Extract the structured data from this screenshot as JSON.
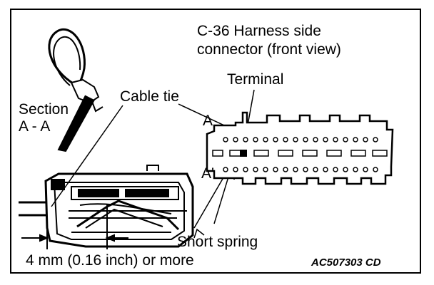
{
  "labels": {
    "connector_title_line1": "C-36 Harness side",
    "connector_title_line2": "connector (front view)",
    "terminal": "Terminal",
    "cable_tie": "Cable tie",
    "section_line1": "Section",
    "section_line2": "A - A",
    "marker_a": "A",
    "marker_a_prime": "A'",
    "short_spring": "Short spring",
    "dimension": "4 mm (0.16 inch) or more",
    "figure_code": "AC507303 CD"
  },
  "colors": {
    "ink": "#000000",
    "paper": "#ffffff"
  }
}
